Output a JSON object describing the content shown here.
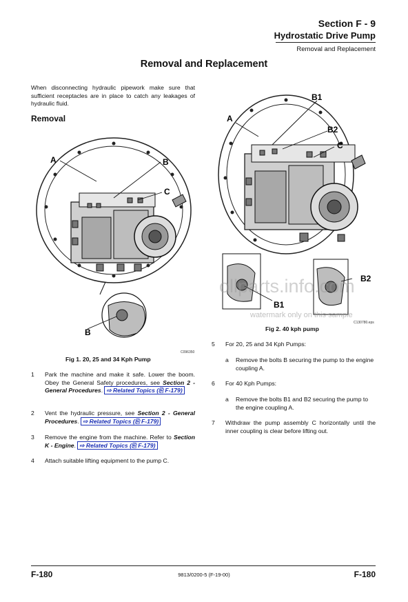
{
  "header": {
    "section": "Section F - 9",
    "title": "Hydrostatic Drive Pump",
    "subtitle": "Removal and Replacement"
  },
  "main_title": "Removal and Replacement",
  "intro": "When disconnecting hydraulic pipework make sure that sufficient receptacles are in place to catch any leakages of hydraulic fluid.",
  "removal_heading": "Removal",
  "figure1": {
    "labels": {
      "a": "A",
      "b": "B",
      "c": "C",
      "b2": "B"
    },
    "code": "C096350",
    "caption": "Fig 1. 20, 25 and 34 Kph Pump"
  },
  "figure2": {
    "labels": {
      "a": "A",
      "b1": "B1",
      "b2": "B2",
      "c": "C",
      "b2_detail": "B2",
      "b1_detail": "B1"
    },
    "code": "C130780.eps",
    "caption": "Fig 2. 40 kph pump"
  },
  "watermark": {
    "site": "ollparts.info.com",
    "note": "watermark only on this sample"
  },
  "steps": [
    {
      "num": "1",
      "text": "Park the machine and make it safe. Lower the boom. Obey the General Safety procedures, see",
      "ref": "Section 2 - General Procedures",
      "after": ". ",
      "link": "⇨ Related Topics (⎘ F-179)"
    },
    {
      "num": "2",
      "text": "Vent the hydraulic pressure, see",
      "ref": "Section 2 - General Procedures",
      "after": ". ",
      "link": "⇨ Related Topics (⎘ F-179)"
    },
    {
      "num": "3",
      "text": "Remove the engine from the machine. Refer to",
      "ref": "Section K - Engine",
      "after": ". ",
      "link": "⇨ Related Topics (⎘ F-179)"
    },
    {
      "num": "4",
      "text": "Attach suitable lifting equipment to the pump C."
    },
    {
      "num": "5",
      "text": "For 20, 25 and 34 Kph Pumps:"
    },
    {
      "num": "a",
      "text": "Remove the bolts B securing the pump to the engine coupling A."
    },
    {
      "num": "6",
      "text": "For 40 Kph Pumps:"
    },
    {
      "num": "a",
      "text": "Remove the bolts B1 and B2 securing the pump to the engine coupling A."
    },
    {
      "num": "7",
      "text": "Withdraw the pump assembly C horizontally until the inner coupling is clear before lifting out."
    }
  ],
  "footer": {
    "left": "F-180",
    "center": "9813/0200-5 (F-19-00)",
    "right": "F-180"
  }
}
